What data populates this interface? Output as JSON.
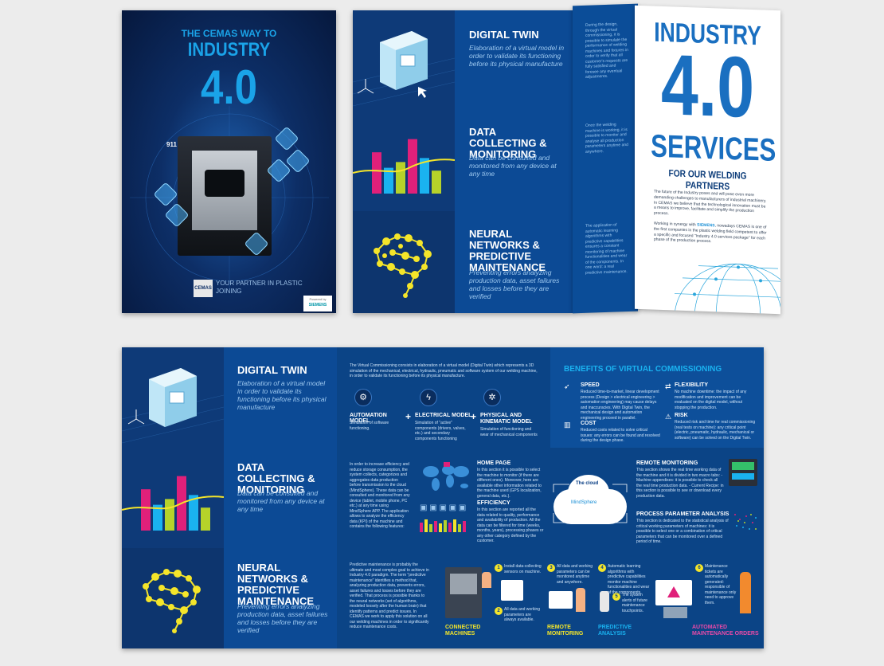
{
  "cover": {
    "kicker": "THE CEMAS WAY TO",
    "title_line1": "INDUSTRY",
    "title_line2": "4.0",
    "machine_badge": "911",
    "tagline": "YOUR PARTNER IN PLASTIC JOINING",
    "logo": "CEMAS",
    "powered_by": "Powered by",
    "siemens": "SIEMENS"
  },
  "features": [
    {
      "title": "DIGITAL TWIN",
      "desc": "Elaboration of a virtual model in order to validate its functioning before its physical manufacture"
    },
    {
      "title": "DATA COLLECTING & MONITORING",
      "desc": "Data can be consulted and monitored from any device at any time"
    },
    {
      "title": "NEURAL NETWORKS & PREDICTIVE MAINTENANCE",
      "desc": "Preventing errors analyzing production data, asset failures and losses before they are verified"
    }
  ],
  "fold": {
    "p1": "During the design, through the virtual commissioning, it is possible to simulate the performance of welding machines and fixtures in order to verify that all customer's requests are fully satisfied and foresee any eventual adjustments.",
    "p2": "Once the welding machine is working, it is possible to monitor and analyse all production parameters anytime and anywhere.",
    "p3": "The application of automatic learning algorithms with predictive capabilities ensures a constant monitoring of machine functionalities and wear of the components. In one word: a real predictive maintenance."
  },
  "services": {
    "line1": "INDUSTRY",
    "line2": "4.0",
    "line3": "SERVICES",
    "line4": "FOR OUR WELDING PARTNERS",
    "para1": "The future of the Industry poses and will pose even more demanding challenges to manufacturers of industrial machinery. In CEMAS we believe that the technological innovation must be a means to improve, facilitate and simplify the production process.",
    "para2_a": "Working in synergy with",
    "para2_b": "SIEMENS",
    "para2_c": ", nowadays CEMAS is one of the first companies in the plastic welding field competent to offer a specific and focused \"Industry 4.0 services package\" for each phase of the production process."
  },
  "bottom": {
    "twin_intro": "The Virtual Commissioning consists in elaboration of a virtual model (Digital Twin) which represents a 3D simulation of the mechanical, electrical, hydraulic, pneumatic and software system of our welding machine, in order to validate its functioning before its physical manufacture.",
    "models": [
      {
        "name": "AUTOMATION MODEL",
        "desc": "Simulation of software functioning."
      },
      {
        "name": "ELECTRICAL MODEL",
        "desc": "Simulation of \"active\" components (drivers, valves, etc.) and secondary components functioning"
      },
      {
        "name": "PHYSICAL AND KINEMATIC MODEL",
        "desc": "Simulation of functioning and wear of mechanical components"
      }
    ],
    "benefits_title": "BENEFITS OF VIRTUAL COMMISSIONING",
    "benefits": [
      {
        "name": "SPEED",
        "desc": "Reduced time-to-market, linear development process (Design > electrical engineering > automation engineering) may cause delays and inaccuracies. With Digital Twin, the mechanical design and automation engineering proceed in parallel."
      },
      {
        "name": "FLEXIBILITY",
        "desc": "No machine downtime: the impact of any modification and improvement can be evaluated on the digital model, without stopping the production."
      },
      {
        "name": "COST",
        "desc": "Reduced costs related to solve critical issues: any errors can be found and resolved during the design phase."
      },
      {
        "name": "RISK",
        "desc": "Reduced risk and time for real commissioning (real tests on machine): any critical point (electric, pneumatic, hydraulic, mechanical or software) can be solved on the Digital Twin."
      }
    ],
    "data_intro": "In order to increase efficiency and reduce storage consumption, the system collects, categorizes and aggregates data production before transmission to the cloud (MindSphere). These data can be consulted and monitored from any device (tablet, mobile phone, PC etc.) at any time using MindSphere APP. The application allows to analyze the efficiency data (KPI) of the machine and contains the following features:",
    "home_page": "HOME PAGE",
    "home_desc": "In this section it is possible to select the machine to monitor (if there are different ones). Moreover, here are available other information related to the machine used (GPS localization, general data, etc.).",
    "efficiency": "EFFICIENCY",
    "efficiency_desc": "In this section are reported all the data related to quality, performance and availability of production. All the data can be filtered for time (weeks, months, years), processing phases or any other category defined by the customer.",
    "cloud": "The cloud",
    "mindsphere": "MindSphere",
    "remote": "REMOTE MONITORING",
    "remote_desc": "This section shows the real time working data of the machine and it is divided in two macro tabs: - Machine appendixes: it is possible to check all the real time production data. - Current Recipe: in this section is possible to see or download every production data.",
    "process": "PROCESS PARAMETER ANALYSIS",
    "process_desc": "This section is dedicated to the statistical analysis of critical working parameters of machines: it is possible to select one or a combination of critical parameters that can be monitored over a defined period of time.",
    "neural_intro": "Predictive maintenance is probably the ultimate and most complex goal to achieve in Industry 4.0 paradigm. The term \"predictive maintenance\" identifies a method that, analyzing production data, prevents errors, asset failures and losses before they are verified. That process is possible thanks to the neural networks (set of algorithms, modeled loosely after the human brain) that identify patterns and predict issues. In CEMAS we work to apply this solution on all our welding machines in order to significantly reduce maintenance costs.",
    "steps": [
      {
        "n": "1",
        "desc": "Install data-collecting sensors on machine."
      },
      {
        "n": "2",
        "desc": "All data and working parameters are always available."
      },
      {
        "n": "3",
        "desc": "All data and working parameters can be monitored anytime and anywhere."
      },
      {
        "n": "4",
        "desc": "Automatic learning algorithms with predictive capabilities monitor machine functionalities and wear of the components."
      },
      {
        "n": "5",
        "desc": "The system alerts of future maintenance touchpoints."
      },
      {
        "n": "6",
        "desc": "Maintenance tickets are automatically generated: responsible of maintenance only need to approve them."
      }
    ],
    "phase_labels": [
      "CONNECTED MACHINES",
      "REMOTE MONITORING",
      "PREDICTIVE ANALYSIS",
      "AUTOMATED MAINTENANCE ORDERS"
    ]
  },
  "colors": {
    "navy": "#0a3f85",
    "cyan": "#1ab2f0",
    "yellow": "#f4e52a",
    "magenta": "#e0207a",
    "green": "#34c06a",
    "lime": "#b6d22a"
  },
  "bars": {
    "top": [
      {
        "v": 0.72,
        "c": "#e0207a"
      },
      {
        "v": 0.45,
        "c": "#1ab2f0"
      },
      {
        "v": 0.55,
        "c": "#b6d22a"
      },
      {
        "v": 0.95,
        "c": "#e0207a"
      },
      {
        "v": 0.62,
        "c": "#1ab2f0"
      },
      {
        "v": 0.4,
        "c": "#b6d22a"
      }
    ]
  }
}
